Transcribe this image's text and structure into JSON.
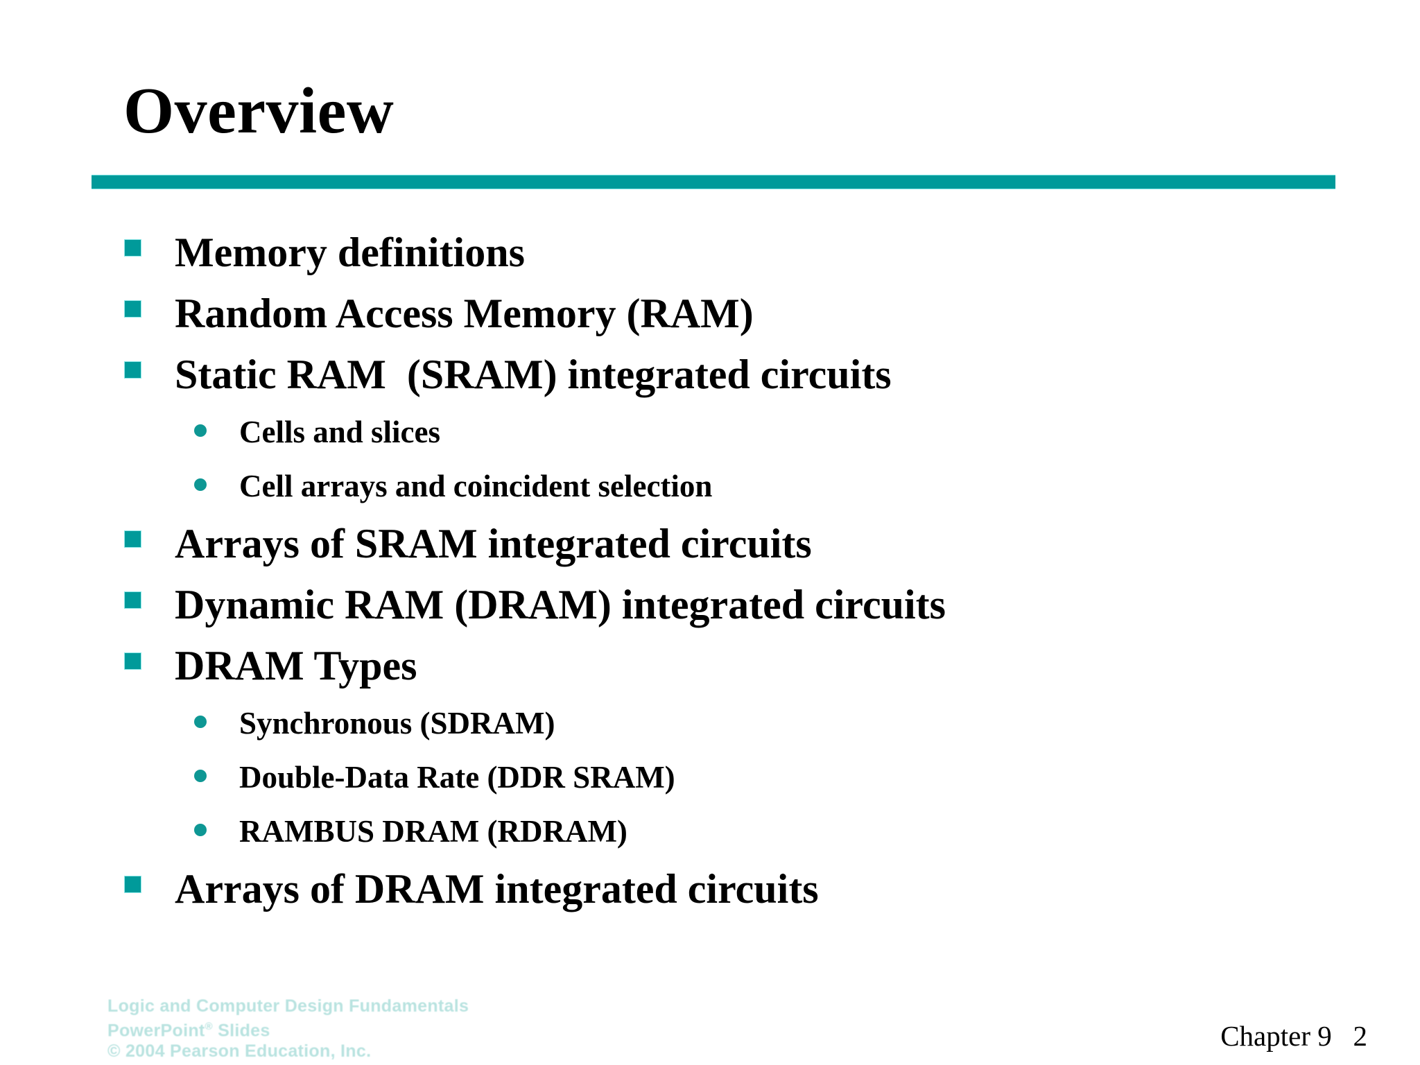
{
  "slide": {
    "title": "Overview",
    "accent_color": "#009A9A",
    "background_color": "#FFFFFF",
    "text_color": "#000000",
    "rule": {
      "name": "title-divider",
      "color": "#009A9A"
    }
  },
  "body": {
    "items": [
      {
        "level": 1,
        "marker": "square-bullet",
        "text": "Memory definitions"
      },
      {
        "level": 1,
        "marker": "square-bullet",
        "text": "Random Access Memory (RAM)"
      },
      {
        "level": 1,
        "marker": "square-bullet",
        "text": "Static RAM  (SRAM) integrated circuits"
      },
      {
        "level": 2,
        "marker": "round-bullet",
        "text": "Cells and slices"
      },
      {
        "level": 2,
        "marker": "round-bullet",
        "text": "Cell arrays and coincident selection"
      },
      {
        "level": 1,
        "marker": "square-bullet",
        "text": "Arrays of SRAM integrated circuits"
      },
      {
        "level": 1,
        "marker": "square-bullet",
        "text": "Dynamic RAM (DRAM) integrated circuits"
      },
      {
        "level": 1,
        "marker": "square-bullet",
        "text": "DRAM Types"
      },
      {
        "level": 2,
        "marker": "round-bullet",
        "text": "Synchronous (SDRAM)"
      },
      {
        "level": 2,
        "marker": "round-bullet",
        "text": "Double-Data Rate (DDR SRAM)"
      },
      {
        "level": 2,
        "marker": "round-bullet",
        "text": "RAMBUS DRAM (RDRAM)"
      },
      {
        "level": 1,
        "marker": "square-bullet",
        "text": "Arrays of DRAM integrated circuits"
      }
    ]
  },
  "footer": {
    "credit_line1": "Logic and Computer Design Fundamentals",
    "credit_line2_main": "PowerPoint",
    "credit_line2_sup": "®",
    "credit_line2_tail": " Slides",
    "credit_line3": "© 2004 Pearson Education, Inc.",
    "credit_color": "#B9E3E0",
    "chapter_label": "Chapter 9   2"
  }
}
